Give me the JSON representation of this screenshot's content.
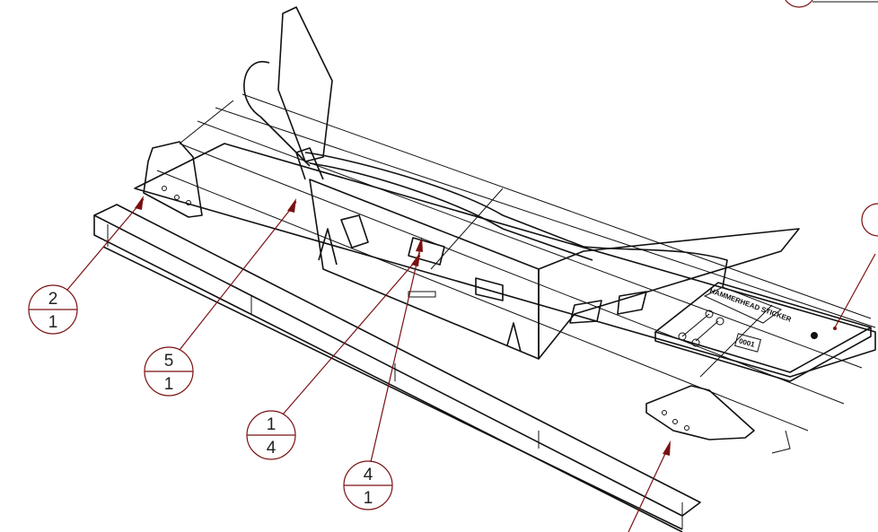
{
  "balloons": [
    {
      "item": "2",
      "qty": "1"
    },
    {
      "item": "5",
      "qty": "1"
    },
    {
      "item": "1",
      "qty": "4"
    },
    {
      "item": "4",
      "qty": "1"
    }
  ],
  "parts": {
    "sticker_label": "HAMMERHEAD STICKER",
    "tag_label": "0001"
  },
  "colors": {
    "leader": "#7a1010",
    "line": "#111111"
  }
}
